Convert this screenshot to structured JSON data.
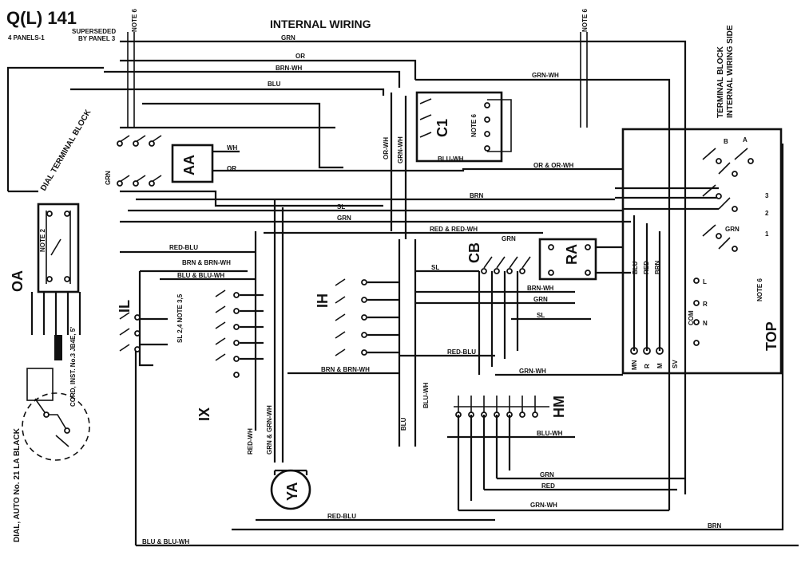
{
  "header": {
    "code": "Q(L) 141",
    "panels_note": "4 PANELS-1",
    "superseded": "SUPERSEDED",
    "by_panel": "BY PANEL 3",
    "title": "INTERNAL WIRING"
  },
  "side_labels": {
    "dial": "DIAL, AUTO No. 21 LA BLACK",
    "dial_terminal_block": "DIAL TERMINAL BLOCK",
    "terminal_block": "TERMINAL BLOCK",
    "internal_wiring_side": "INTERNAL WIRING SIDE",
    "cord_inst": "CORD, INST. No.3 JB4E, 5'"
  },
  "notes": {
    "note6_top": "NOTE 6",
    "note6_right": "NOTE 6",
    "note6_terminal": "NOTE 6",
    "note6_c1": "NOTE 6",
    "note2": "NOTE 2",
    "note34": "SL 2,4 NOTE 3,5"
  },
  "components": {
    "aa": "AA",
    "c1": "C1",
    "cb": "CB",
    "ra": "RA",
    "ih": "IH",
    "il": "IL",
    "ix": "IX",
    "hm": "HM",
    "ya": "YA",
    "oa": "OA",
    "top": "TOP"
  },
  "wire_labels": {
    "grn_top": "GRN",
    "or": "OR",
    "brn_wh": "BRN-WH",
    "blu": "BLU",
    "grn_wh_c1": "GRN-WH",
    "wh_aa": "WH",
    "or_aa": "OR",
    "grn_left": "GRN",
    "or_wh_vert": "OR-WH",
    "grn_wh_vert": "GRN-WH",
    "or_and_or_wh": "OR & OR-WH",
    "blu_wh": "BLU-WH",
    "brn": "BRN",
    "sl": "SL",
    "grn_mid": "GRN",
    "red_and_red_wh": "RED & RED-WH",
    "grn_ra": "GRN",
    "red_blu": "RED-BLU",
    "brn_and_brn_wh": "BRN & BRN-WH",
    "blu_and_blu_wh": "BLU & BLU-WH",
    "sl_cb": "SL",
    "brn_wh_ih": "BRN-WH",
    "grn_ih": "GRN",
    "sl_lower": "SL",
    "red_blu_mid": "RED-BLU",
    "brn_and_brn_wh_low": "BRN & BRN-WH",
    "grn_wh_low": "GRN-WH",
    "blu_wh_vert": "BLU-WH",
    "blu_vert": "BLU",
    "blu_wh_hm": "BLU-WH",
    "red_wh_vert": "RED-WH",
    "grn_and_grn_wh": "GRN & GRN-WH",
    "grn_bottom": "GRN",
    "red_bottom": "RED",
    "grn_wh_bottom": "GRN-WH",
    "red_blu_bottom": "RED-BLU",
    "brn_bottom": "BRN",
    "blu_and_blu_wh_bottom": "BLU & BLU-WH",
    "grn_term": "GRN",
    "blu_ra": "BLU",
    "red_ra": "RED",
    "brn_ra": "BRN"
  },
  "terminals": {
    "tb": [
      "B",
      "A",
      "3",
      "2",
      "1"
    ],
    "top": [
      "R",
      "COM",
      "N",
      "MN",
      "R",
      "M",
      "SV",
      "L"
    ]
  }
}
